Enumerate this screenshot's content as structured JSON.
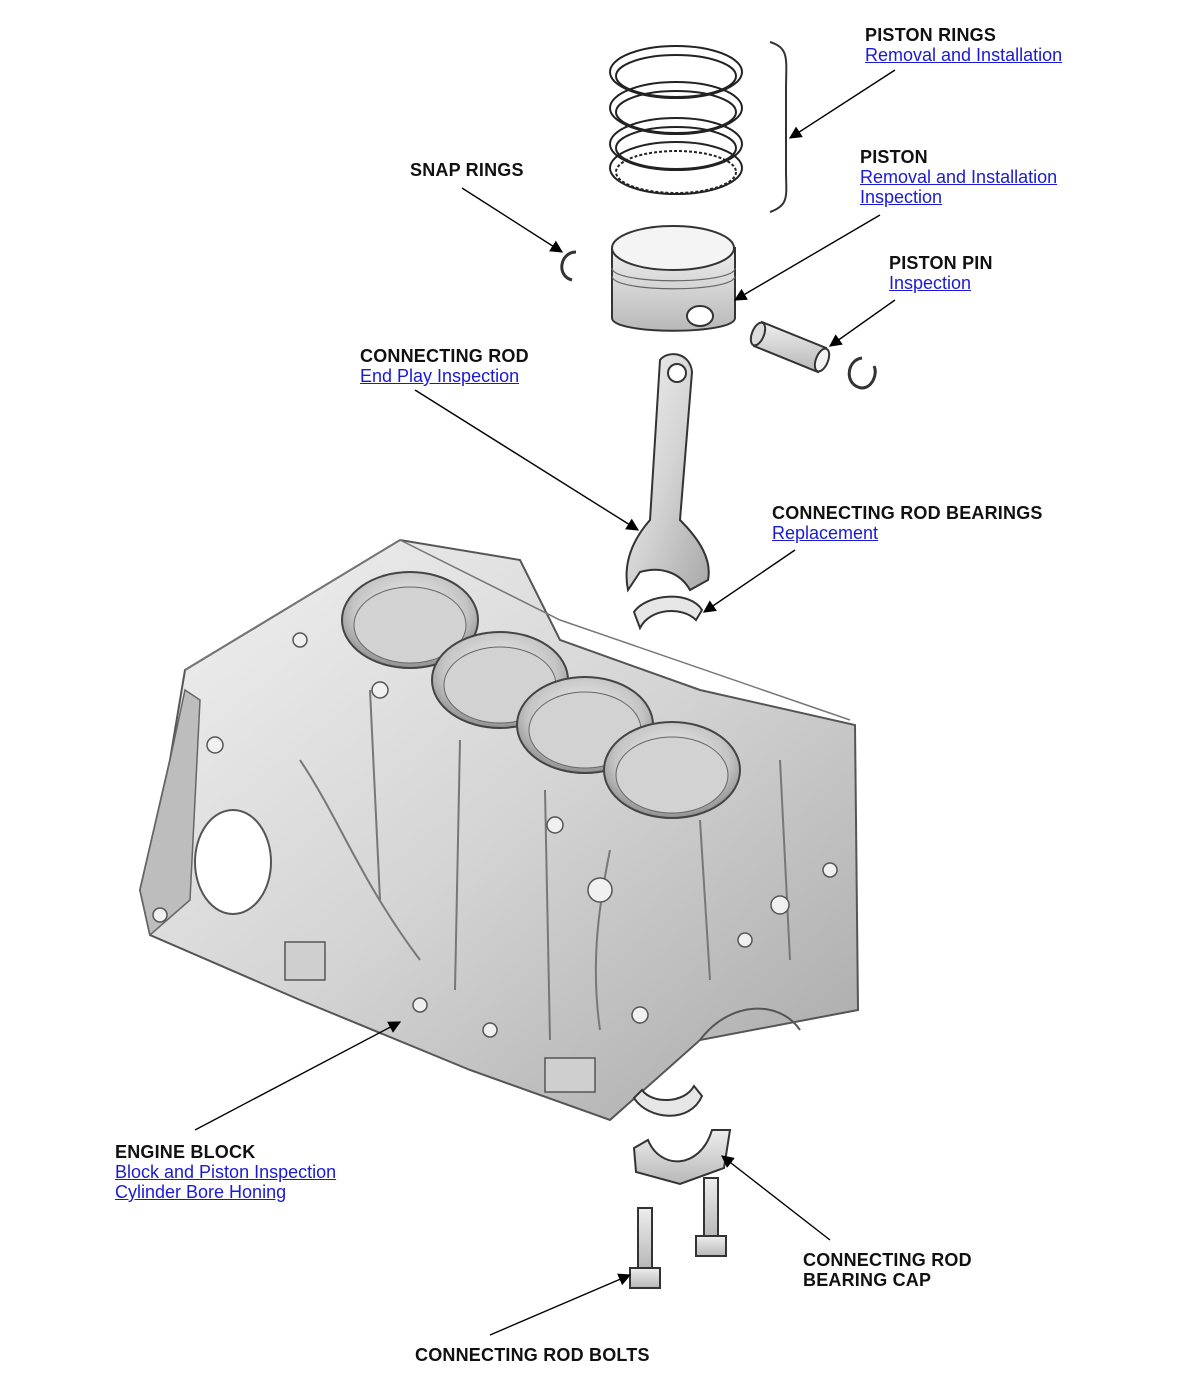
{
  "callouts": {
    "piston_rings": {
      "title": "PISTON RINGS",
      "links": [
        "Removal and Installation"
      ]
    },
    "piston": {
      "title": "PISTON",
      "links": [
        "Removal and Installation",
        "Inspection"
      ]
    },
    "snap_rings": {
      "title": "SNAP RINGS",
      "links": []
    },
    "piston_pin": {
      "title": "PISTON PIN",
      "links": [
        "Inspection"
      ]
    },
    "connecting_rod": {
      "title": "CONNECTING ROD",
      "links": [
        "End Play Inspection"
      ]
    },
    "rod_bearings": {
      "title": "CONNECTING ROD BEARINGS",
      "links": [
        "Replacement"
      ]
    },
    "engine_block": {
      "title": "ENGINE BLOCK",
      "links": [
        "Block and Piston Inspection",
        "Cylinder Bore Honing"
      ]
    },
    "bearing_cap": {
      "title_line1": "CONNECTING ROD",
      "title_line2": "BEARING CAP"
    },
    "rod_bolts": {
      "title": "CONNECTING ROD BOLTS"
    }
  },
  "colors": {
    "link": "#1a1ad6",
    "label": "#111111",
    "leader": "#000000",
    "metal": "#d8d8d8",
    "metal_dark": "#9a9a9a"
  }
}
